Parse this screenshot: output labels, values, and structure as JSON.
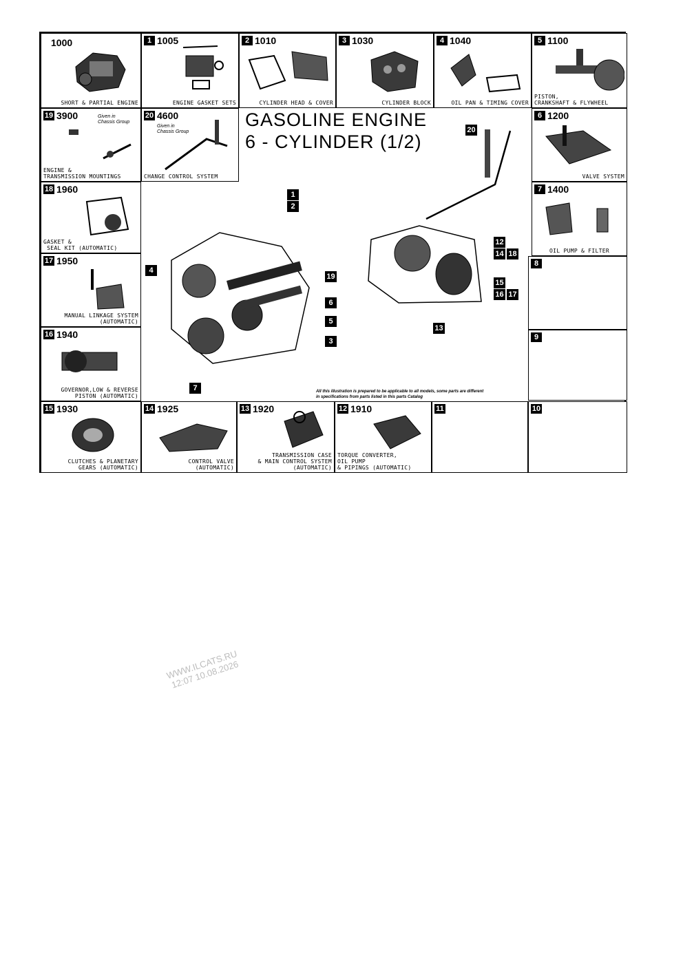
{
  "title": {
    "line1": "GASOLINE ENGINE",
    "line2": "6 - CYLINDER (1/2)"
  },
  "note": {
    "line1": "All this illustration is prepared to be applicable to all models, some parts are different",
    "line2": "in specifications from parts listed in this parts Catalog"
  },
  "cells": {
    "c1000": {
      "num": "",
      "code": "1000",
      "label": "SHORT & PARTIAL ENGINE"
    },
    "c1005": {
      "num": "1",
      "code": "1005",
      "label": "ENGINE GASKET SETS"
    },
    "c1010": {
      "num": "2",
      "code": "1010",
      "label": "CYLINDER HEAD & COVER"
    },
    "c1030": {
      "num": "3",
      "code": "1030",
      "label": "CYLINDER BLOCK"
    },
    "c1040": {
      "num": "4",
      "code": "1040",
      "label": "OIL PAN & TIMING COVER"
    },
    "c1100": {
      "num": "5",
      "code": "1100",
      "label": "PISTON,\nCRANKSHAFT & FLYWHEEL"
    },
    "c3900": {
      "num": "19",
      "code": "3900",
      "label": "ENGINE &\nTRANSMISSION MOUNTINGS",
      "given": "Given in\nChassis Group"
    },
    "c4600": {
      "num": "20",
      "code": "4600",
      "label": "CHANGE CONTROL SYSTEM",
      "given": "Given in\nChassis Group"
    },
    "c1200": {
      "num": "6",
      "code": "1200",
      "label": "VALVE SYSTEM"
    },
    "c1960": {
      "num": "18",
      "code": "1960",
      "label": "GASKET &\n SEAL KIT (AUTOMATIC)"
    },
    "c1400": {
      "num": "7",
      "code": "1400",
      "label": "OIL PUMP & FILTER"
    },
    "c1950": {
      "num": "17",
      "code": "1950",
      "label": "MANUAL LINKAGE SYSTEM\n(AUTOMATIC)"
    },
    "c8": {
      "num": "8",
      "code": "",
      "label": ""
    },
    "c1940": {
      "num": "16",
      "code": "1940",
      "label": "GOVERNOR,LOW & REVERSE\nPISTON (AUTOMATIC)"
    },
    "c9": {
      "num": "9",
      "code": "",
      "label": ""
    },
    "c1930": {
      "num": "15",
      "code": "1930",
      "label": "CLUTCHES & PLANETARY\nGEARS (AUTOMATIC)"
    },
    "c1925": {
      "num": "14",
      "code": "1925",
      "label": "CONTROL VALVE\n(AUTOMATIC)"
    },
    "c1920": {
      "num": "13",
      "code": "1920",
      "label": "TRANSMISSION CASE\n& MAIN CONTROL SYSTEM\n(AUTOMATIC)"
    },
    "c1910": {
      "num": "12",
      "code": "1910",
      "label": "TORQUE CONVERTER,\nOIL PUMP\n& PIPINGS (AUTOMATIC)"
    },
    "c11": {
      "num": "11",
      "code": "",
      "label": ""
    },
    "c10": {
      "num": "10",
      "code": "",
      "label": ""
    }
  },
  "callouts": [
    "1",
    "2",
    "4",
    "6",
    "5",
    "3",
    "7",
    "19",
    "20",
    "12",
    "14",
    "18",
    "15",
    "16",
    "17",
    "13"
  ],
  "watermark": {
    "line1": "WWW.ILCATS.RU",
    "line2": "12:07 10.08.2026"
  }
}
